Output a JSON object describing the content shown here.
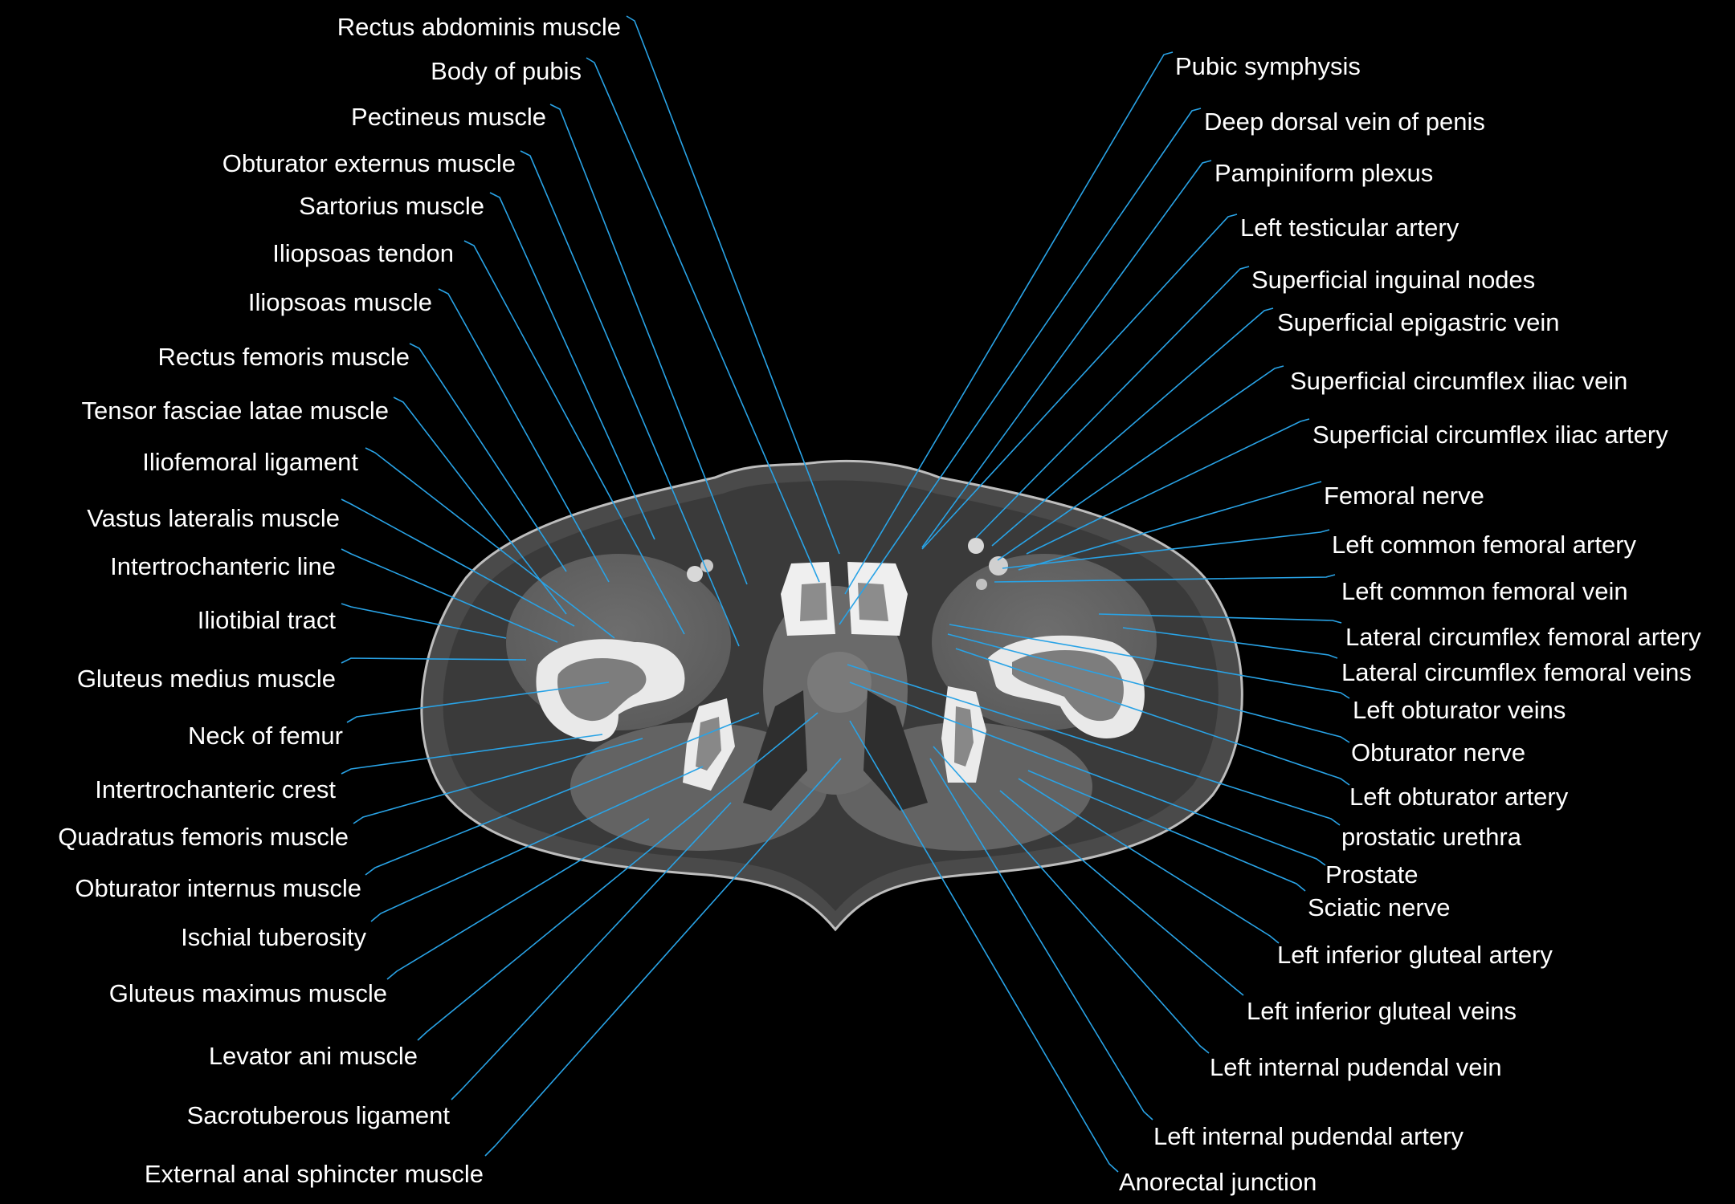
{
  "colors": {
    "background": "#000000",
    "label_text": "#ffffff",
    "leader_line": "#29a3e6"
  },
  "image": {
    "kind": "axial-ct-slice",
    "region": "male pelvis at level of femoral necks"
  },
  "labels_left": [
    "Rectus abdominis muscle",
    "Body of pubis",
    "Pectineus muscle",
    "Obturator externus muscle",
    "Sartorius muscle",
    "Iliopsoas tendon",
    "Iliopsoas muscle",
    "Rectus femoris muscle",
    "Tensor fasciae latae muscle",
    "Iliofemoral ligament",
    "Vastus lateralis muscle",
    "Intertrochanteric line",
    "Iliotibial tract",
    "Gluteus medius muscle",
    "Neck of femur",
    "Intertrochanteric crest",
    "Quadratus femoris muscle",
    "Obturator internus muscle",
    "Ischial tuberosity",
    "Gluteus maximus muscle",
    "Levator ani muscle",
    "Sacrotuberous ligament",
    "External anal sphincter muscle"
  ],
  "labels_right": [
    "Pubic symphysis",
    "Deep dorsal vein of penis",
    "Pampiniform plexus",
    "Left testicular artery",
    "Superficial inguinal nodes",
    "Superficial epigastric vein",
    "Superficial circumflex iliac vein",
    "Superficial circumflex iliac artery",
    "Femoral nerve",
    "Left common femoral artery",
    "Left common femoral vein",
    "Lateral circumflex femoral artery",
    "Lateral circumflex femoral veins",
    "Left obturator veins",
    "Obturator nerve",
    "Left obturator artery",
    "prostatic urethra",
    "Prostate",
    "Sciatic nerve",
    "Left inferior gluteal artery",
    "Left inferior gluteal veins",
    "Left internal pudendal vein",
    "Left internal pudendal artery",
    "Anorectal junction"
  ]
}
